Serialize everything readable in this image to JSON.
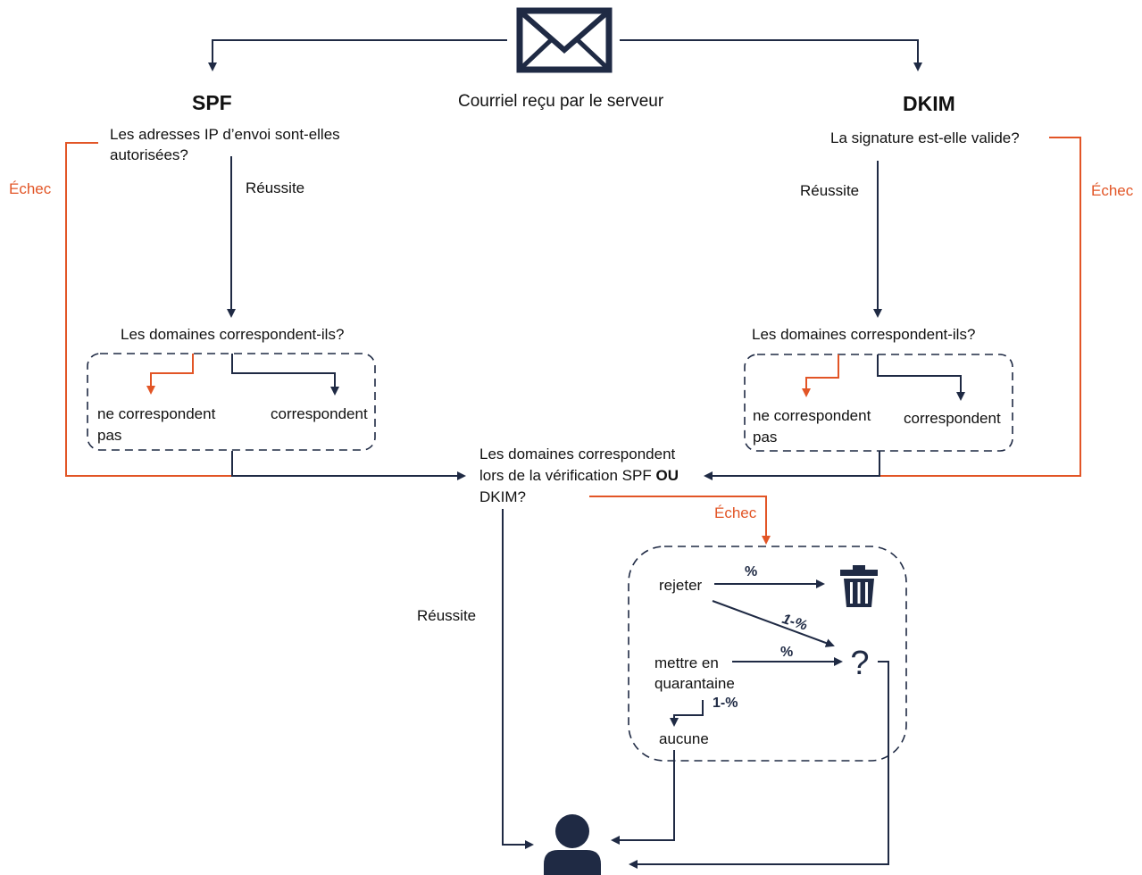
{
  "colors": {
    "navy": "#1f2a44",
    "orange": "#e25526",
    "text": "#111111"
  },
  "icons": {
    "envelope": "envelope-icon",
    "trash": "trash-icon",
    "question": "question-mark-icon",
    "user": "user-icon"
  },
  "top": {
    "caption": "Courriel reçu par le serveur"
  },
  "spf": {
    "title": "SPF",
    "question_line1": "Les adresses IP d’envoi sont-elles",
    "question_line2": "autorisées?",
    "success": "Réussite",
    "fail": "Échec",
    "domains_question": "Les domaines correspondent-ils?",
    "no_match_line1": "ne correspondent",
    "no_match_line2": "pas",
    "match": "correspondent"
  },
  "dkim": {
    "title": "DKIM",
    "question": "La signature est-elle valide?",
    "success": "Réussite",
    "fail": "Échec",
    "domains_question": "Les domaines correspondent-ils?",
    "no_match_line1": "ne correspondent",
    "no_match_line2": "pas",
    "match": "correspondent"
  },
  "dmarc": {
    "line1": "Les domaines correspondent",
    "line2_prefix": "lors de la vérification SPF ",
    "line2_bold": "OU",
    "line3": "DKIM?",
    "fail": "Échec",
    "success": "Réussite"
  },
  "policy": {
    "reject": "rejeter",
    "quarantine_line1": "mettre en",
    "quarantine_line2": "quarantaine",
    "none": "aucune",
    "pct_reject": "%",
    "pct_reject_rest": "1-%",
    "pct_quarantine": "%",
    "pct_quarantine_rest": "1-%",
    "question_mark": "?"
  }
}
